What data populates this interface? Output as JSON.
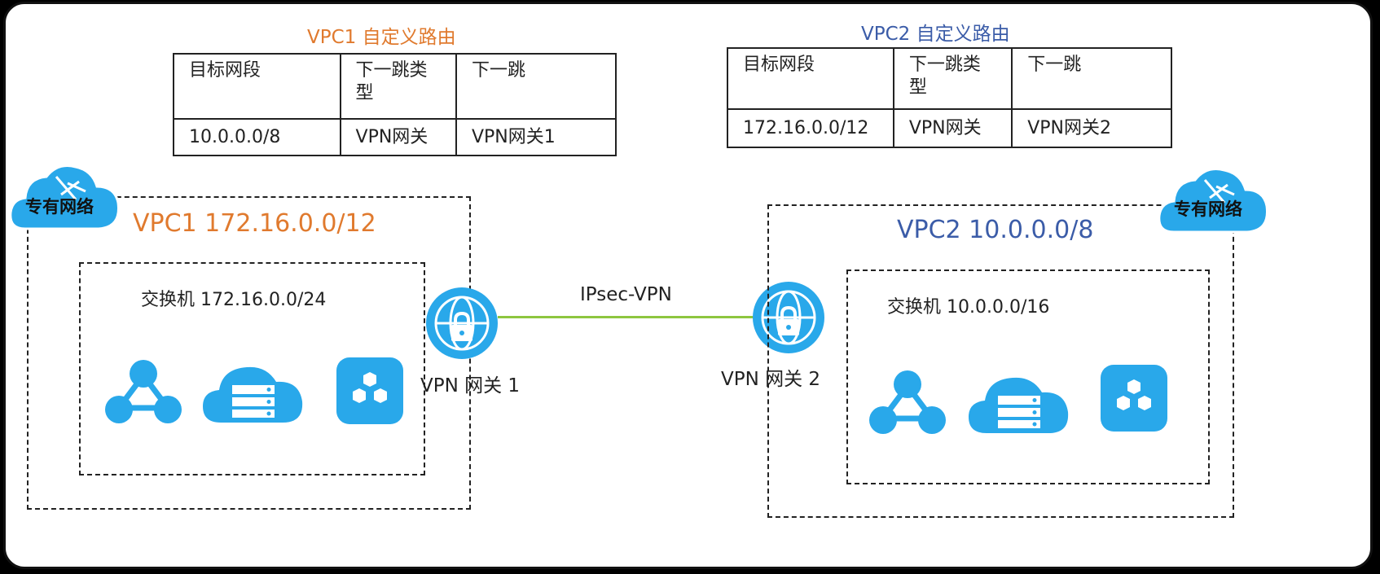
{
  "vpc1_routes": {
    "title": "VPC1 自定义路由",
    "headers": [
      "目标网段",
      "下一跳类型",
      "下一跳"
    ],
    "row": [
      "10.0.0.0/8",
      "VPN网关",
      "VPN网关1"
    ]
  },
  "vpc2_routes": {
    "title": "VPC2 自定义路由",
    "headers": [
      "目标网段",
      "下一跳类型",
      "下一跳"
    ],
    "row": [
      "172.16.0.0/12",
      "VPN网关",
      "VPN网关2"
    ]
  },
  "vpc1": {
    "badge": "专有网络",
    "label": "VPC1 172.16.0.0/12",
    "switch_label": "交换机 172.16.0.0/24",
    "gateway_label": "VPN 网关 1"
  },
  "vpc2": {
    "badge": "专有网络",
    "label": "VPC2 10.0.0.0/8",
    "switch_label": "交换机 10.0.0.0/16",
    "gateway_label": "VPN 网关 2"
  },
  "link_label": "IPsec-VPN",
  "colors": {
    "vpc1_accent": "#E07A2E",
    "vpc2_accent": "#3B5CA8",
    "icon_blue": "#29A8EA",
    "vpn_link": "#8DC63F"
  },
  "icons": [
    "cloud-badge-icon",
    "network-topology-icon",
    "cloud-server-icon",
    "hexagon-cluster-icon",
    "vpn-gateway-globe-lock-icon"
  ]
}
